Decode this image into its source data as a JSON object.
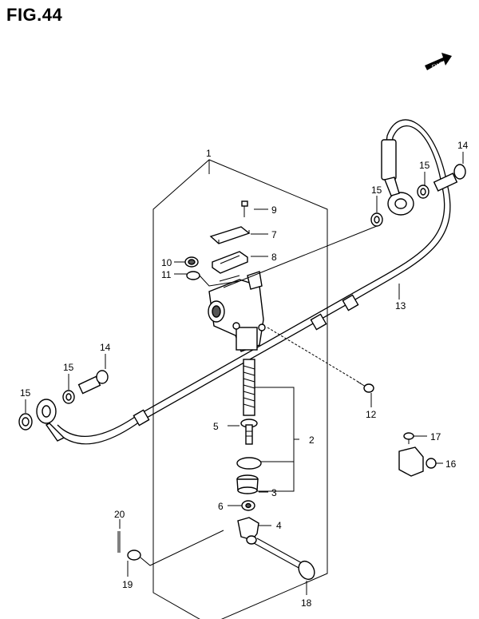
{
  "figure": {
    "title": "FIG.44",
    "fwd_label": "FWD"
  },
  "callouts": [
    {
      "id": "c1",
      "text": "1"
    },
    {
      "id": "c2",
      "text": "2"
    },
    {
      "id": "c3",
      "text": "3"
    },
    {
      "id": "c4",
      "text": "4"
    },
    {
      "id": "c5",
      "text": "5"
    },
    {
      "id": "c6",
      "text": "6"
    },
    {
      "id": "c7",
      "text": "7"
    },
    {
      "id": "c8",
      "text": "8"
    },
    {
      "id": "c9",
      "text": "9"
    },
    {
      "id": "c10",
      "text": "10"
    },
    {
      "id": "c11",
      "text": "11"
    },
    {
      "id": "c12",
      "text": "12"
    },
    {
      "id": "c13",
      "text": "13"
    },
    {
      "id": "c14a",
      "text": "14"
    },
    {
      "id": "c14b",
      "text": "14"
    },
    {
      "id": "c15a",
      "text": "15"
    },
    {
      "id": "c15b",
      "text": "15"
    },
    {
      "id": "c15c",
      "text": "15"
    },
    {
      "id": "c15d",
      "text": "15"
    },
    {
      "id": "c16",
      "text": "16"
    },
    {
      "id": "c17",
      "text": "17"
    },
    {
      "id": "c18",
      "text": "18"
    },
    {
      "id": "c19",
      "text": "19"
    },
    {
      "id": "c20",
      "text": "20"
    }
  ]
}
